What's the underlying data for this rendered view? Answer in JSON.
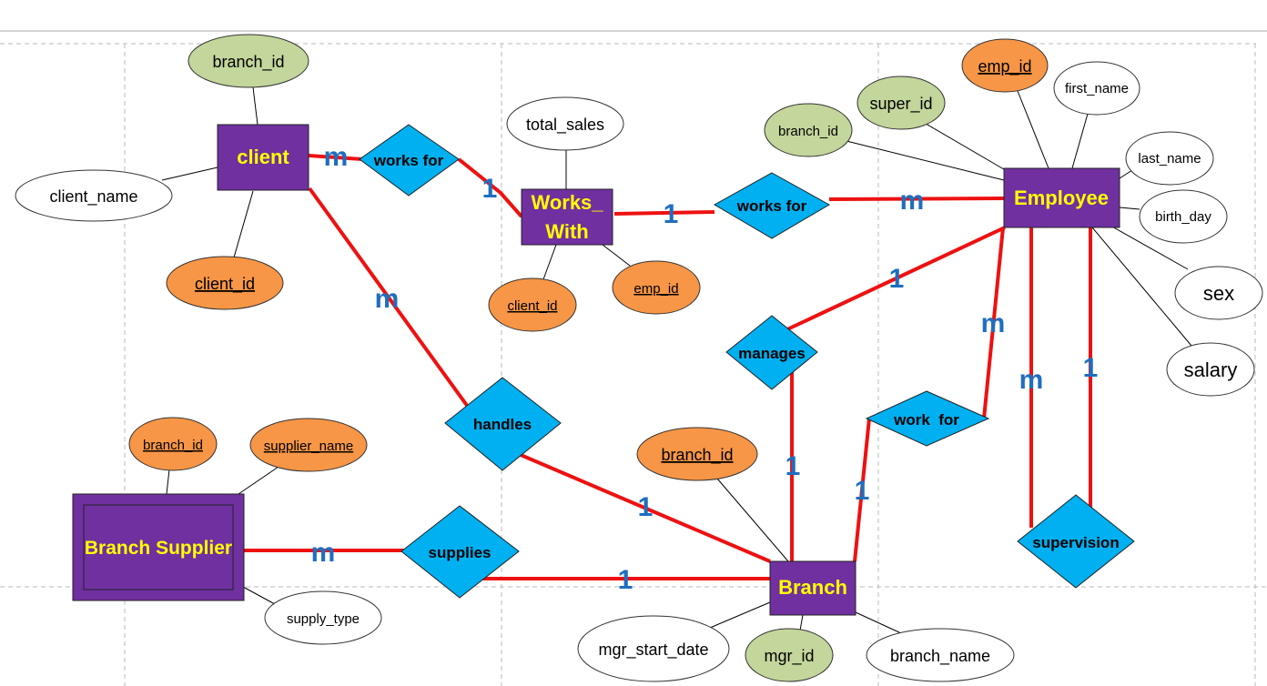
{
  "colors": {
    "entity": "#7030A0",
    "entity_text": "#FFFF00",
    "relationship": "#00B0F0",
    "key_attr": "#F79646",
    "foreign_attr": "#C3D69B",
    "plain_attr": "#FFFFFF",
    "relation_line": "#EE1111",
    "cardinality": "#1F6EBF",
    "guide": "#BBBBBB"
  },
  "entities": {
    "client": "client",
    "works_with": [
      "Works_",
      "With"
    ],
    "employee": "Employee",
    "branch": "Branch",
    "branch_supplier": "Branch Supplier"
  },
  "relationships": {
    "client_works_for": "works for",
    "ww_works_for": "works for",
    "manages": "manages",
    "work_for": "work  for",
    "handles": "handles",
    "supplies": "supplies",
    "supervision": "supervision"
  },
  "attributes": {
    "client_branch_id": "branch_id",
    "client_name": "client_name",
    "client_id": "client_id",
    "total_sales": "total_sales",
    "ww_client_id": "client_id",
    "ww_emp_id": "emp_id",
    "emp_id": "emp_id",
    "first_name": "first_name",
    "super_id": "super_id",
    "emp_branch_id": "branch_id",
    "last_name": "last_name",
    "birth_day": "birth_day",
    "sex": "sex",
    "salary": "salary",
    "branch_branch_id": "branch_id",
    "mgr_start_date": "mgr_start_date",
    "mgr_id": "mgr_id",
    "branch_name": "branch_name",
    "sup_branch_id": "branch_id",
    "supplier_name": "supplier_name",
    "supply_type": "supply_type"
  },
  "cardinalities": {
    "client_works_for_m": "m",
    "works_for_ww_1": "1",
    "ww_works_for_1": "1",
    "works_for_emp_m": "m",
    "client_handles_m": "m",
    "handles_branch_1": "1",
    "emp_manages_1": "1",
    "manages_branch_1": "1",
    "emp_work_for_m": "m",
    "work_for_branch_1": "1",
    "supervision_m": "m",
    "supervision_1": "1",
    "supplier_supplies_m": "m",
    "supplies_branch_1": "1"
  }
}
